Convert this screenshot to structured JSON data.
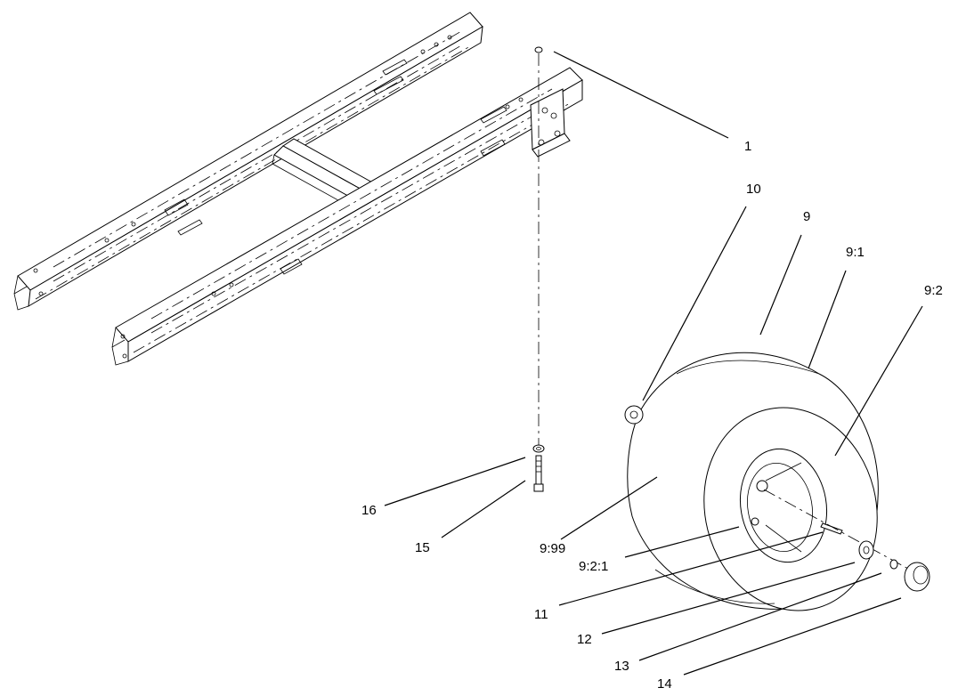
{
  "callouts": [
    {
      "id": "1",
      "text": "1"
    },
    {
      "id": "10",
      "text": "10"
    },
    {
      "id": "9",
      "text": "9"
    },
    {
      "id": "9_1",
      "text": "9:1"
    },
    {
      "id": "9_2",
      "text": "9:2"
    },
    {
      "id": "16",
      "text": "16"
    },
    {
      "id": "15",
      "text": "15"
    },
    {
      "id": "9_99",
      "text": "9:99"
    },
    {
      "id": "9_2_1",
      "text": "9:2:1"
    },
    {
      "id": "11",
      "text": "11"
    },
    {
      "id": "12",
      "text": "12"
    },
    {
      "id": "13",
      "text": "13"
    },
    {
      "id": "14",
      "text": "14"
    }
  ]
}
